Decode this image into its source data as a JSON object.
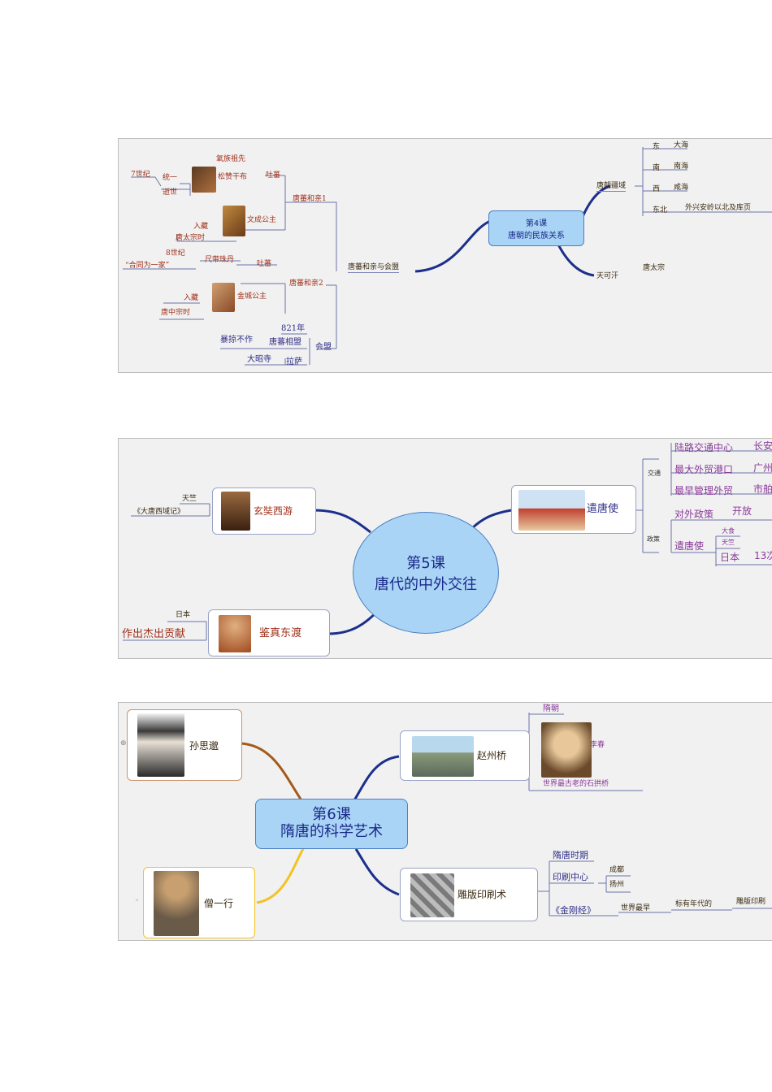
{
  "map1": {
    "center": [
      "第4课",
      "唐朝的民族关系"
    ],
    "territory": {
      "label": "唐朝疆域",
      "items": [
        {
          "dir": "东",
          "val": "大海"
        },
        {
          "dir": "南",
          "val": "南海"
        },
        {
          "dir": "西",
          "val": "咸海"
        },
        {
          "dir": "东北",
          "val": "外兴安岭以北及库页"
        }
      ]
    },
    "khan": {
      "label": "天可汗",
      "val": "唐太宗"
    },
    "main_branch": "唐蕃和亲与会盟",
    "tufan": "吐蕃",
    "tufan_items": [
      "氧族祖先",
      "松赞干布"
    ],
    "songzan_left": [
      "统一",
      "7世纪",
      "逝世"
    ],
    "hegin1": "唐蕃和亲1",
    "wencheng": {
      "label": "文成公主",
      "items": [
        "入藏",
        "唐太宗时"
      ]
    },
    "hegin2": "唐蕃和亲2",
    "tufan2": "吐蕃",
    "chidai": "尺带珠丹",
    "century8": "8世纪",
    "family": "“合同为一家”",
    "jincheng": {
      "label": "金城公主",
      "items": [
        "入藏",
        "唐中宗时"
      ]
    },
    "alliance": {
      "label": "会盟",
      "items": [
        "821年",
        "唐蕃相盟",
        "暴掠不作",
        "拉萨",
        "大昭寺"
      ]
    }
  },
  "map2": {
    "center": [
      "第5课",
      "唐代的中外交往"
    ],
    "xuanzang": {
      "label": "玄奘西游",
      "items": [
        "天竺",
        "《大唐西域记》"
      ]
    },
    "jianzhen": {
      "label": "鉴真东渡",
      "items": [
        "日本",
        "作出杰出贡献"
      ]
    },
    "envoy": {
      "label": "遣唐使"
    },
    "transport": "交通",
    "transport_items": [
      {
        "label": "陆路交通中心",
        "val": "长安"
      },
      {
        "label": "最大外贸港口",
        "val": "广州"
      },
      {
        "label": "最早管理外贸",
        "val": "市舶"
      }
    ],
    "policy": "政策",
    "policy_items": [
      {
        "label": "对外政策",
        "val": "开放"
      },
      {
        "label": "遣唐使",
        "sub": [
          "大食",
          "天竺",
          "日本"
        ],
        "val": "13次"
      }
    ]
  },
  "map3": {
    "center": [
      "第6课",
      "隋唐的科学艺术"
    ],
    "sun": {
      "label": "孙思邈"
    },
    "yixing": {
      "label": "僧一行"
    },
    "bridge": {
      "label": "赵州桥",
      "items": [
        "隋朝",
        "李春",
        "世界最古老的石拱桥"
      ]
    },
    "print": {
      "label": "雕版印刷术",
      "items": [
        "隋唐时期",
        "印刷中心",
        "成都",
        "扬州",
        "《金刚经》",
        "世界最早",
        "标有年代的",
        "雕版印刷"
      ]
    }
  },
  "colors": {
    "center_fill": "#a9d4f5",
    "center_stroke": "#4a7fc2",
    "branch": "#1c2f8c",
    "brown": "#a35a1c",
    "gold": "#f3c221"
  }
}
